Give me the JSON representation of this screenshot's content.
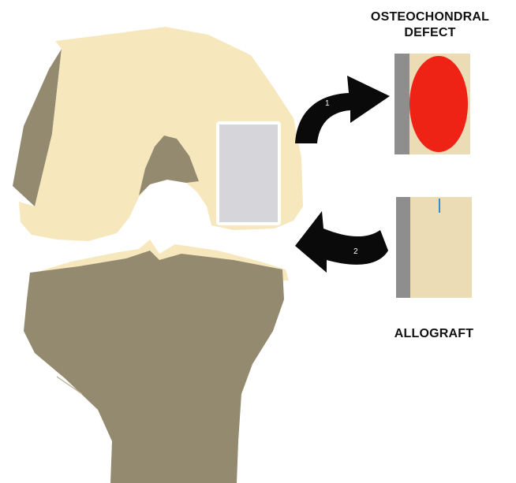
{
  "labels": {
    "defect_line1": "OSTEOCHONDRAL",
    "defect_line2": "DEFECT",
    "allograft": "ALLOGRAFT"
  },
  "arrows": [
    {
      "number": "1"
    },
    {
      "number": "2"
    }
  ],
  "colors": {
    "cartilage": "#f6e7bd",
    "bone": "#948a70",
    "defect_window": "#d6d5d9",
    "defect_lesion": "#ee2316",
    "sample_tissue": "#ecdcb6",
    "sample_cortex": "#8e8e8e",
    "arrow": "#0a0a0a",
    "marker": "#2f8fd0"
  }
}
